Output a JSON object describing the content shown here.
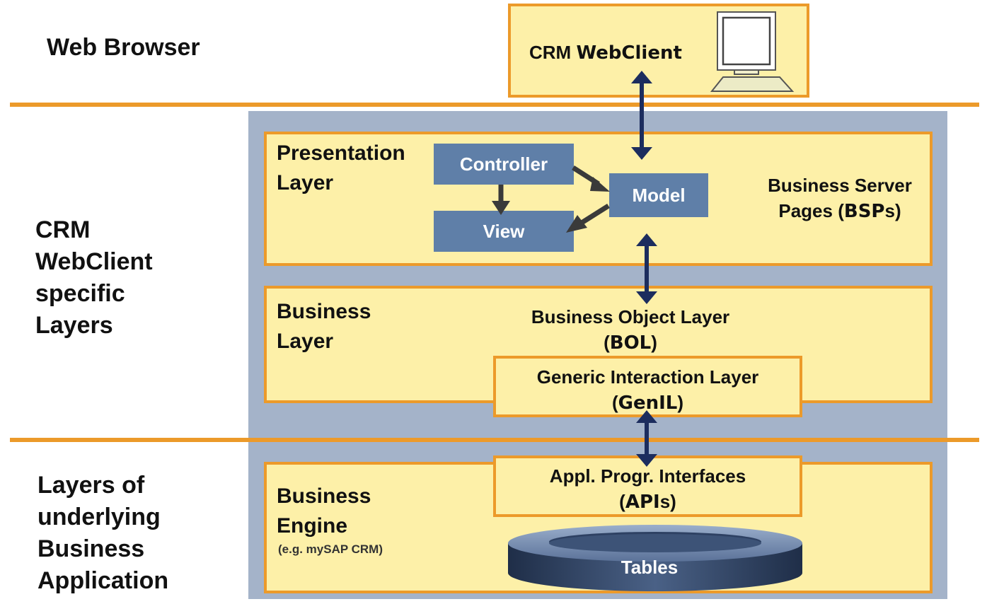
{
  "side_labels": {
    "web_browser": "Web Browser",
    "crm_layers": [
      "CRM",
      "WebClient",
      "specific",
      "Layers"
    ],
    "underlying_layers": [
      "Layers of",
      "underlying",
      "Business",
      "Application"
    ]
  },
  "webclient_box": {
    "prefix": "CRM ",
    "bold": "WebClient"
  },
  "presentation": {
    "title": [
      "Presentation",
      "Layer"
    ],
    "controller": "Controller",
    "model": "Model",
    "view": "View",
    "bsp_line1": "Business Server",
    "bsp_prefix": "Pages (",
    "bsp_bold": "BSP",
    "bsp_suffix": "s)"
  },
  "business": {
    "title": [
      "Business",
      "Layer"
    ],
    "bol_line1": "Business Object Layer",
    "bol_open": "(",
    "bol_bold": "BOL",
    "bol_close": ")",
    "genil_line1": "Generic Interaction Layer",
    "genil_open": "(",
    "genil_bold": "GenIL",
    "genil_close": ")"
  },
  "engine": {
    "title": [
      "Business",
      "Engine"
    ],
    "subtitle": "(e.g. mySAP CRM)",
    "api_line1": "Appl. Progr. Interfaces",
    "api_open": "(",
    "api_bold": "API",
    "api_close": "s)",
    "tables": "Tables"
  },
  "colors": {
    "orange": "#ec9a2a",
    "yellow": "#fdf0a8",
    "panel_gray": "#a4b3c9",
    "blue_box": "#5f7fa8",
    "arrow_navy": "#1c2d5e",
    "arrow_gray": "#3a3a3a"
  },
  "icons": {
    "computer": "computer-icon"
  }
}
